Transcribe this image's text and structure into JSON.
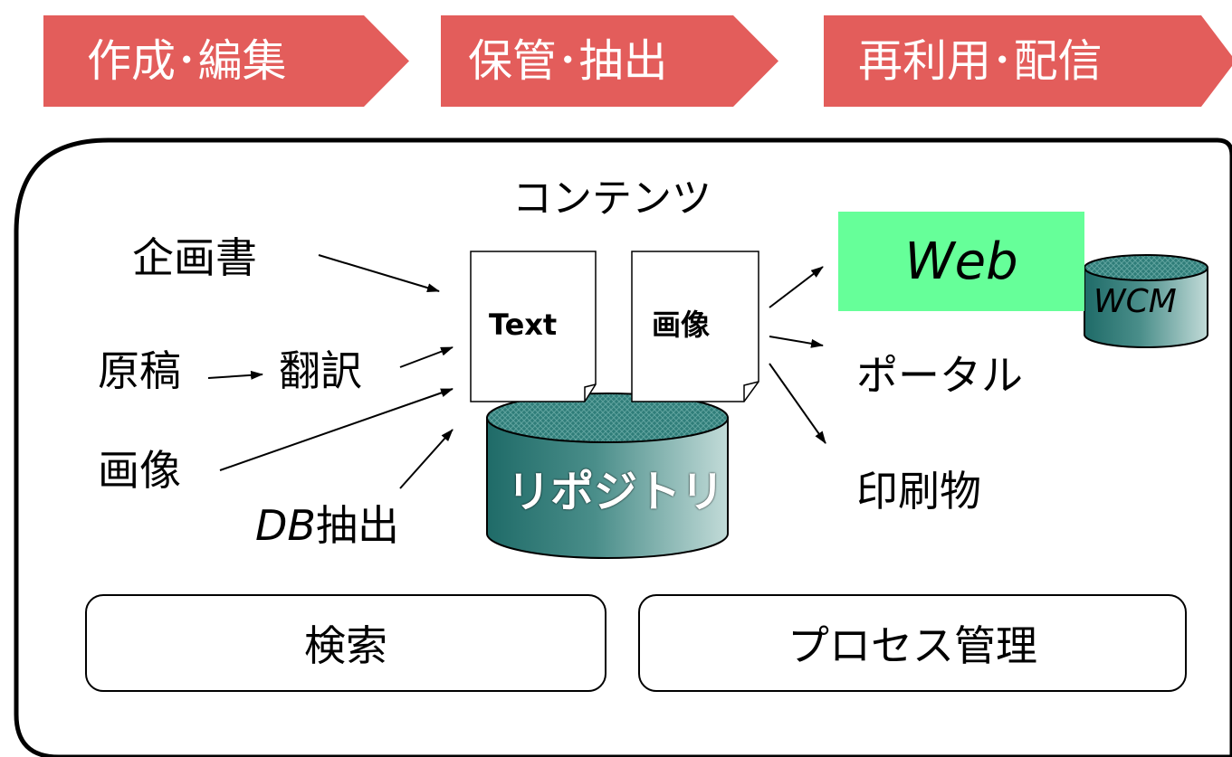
{
  "phases": [
    {
      "label": "作成･編集"
    },
    {
      "label": "保管･抽出"
    },
    {
      "label": "再利用･配信"
    }
  ],
  "content_title": "コンテンツ",
  "inputs": {
    "plan": "企画書",
    "manuscript": "原稿",
    "translation": "翻訳",
    "image": "画像",
    "db_prefix": "DB",
    "db_suffix": "抽出"
  },
  "documents": {
    "text": "Text",
    "image": "画像"
  },
  "repository": "リポジトリ",
  "outputs": {
    "web": "Web",
    "wcm": "WCM",
    "portal": "ポータル",
    "print": "印刷物"
  },
  "bottom_boxes": {
    "search": "検索",
    "process": "プロセス管理"
  },
  "colors": {
    "phase_arrow": "#e35d5b",
    "web_highlight": "#66ff99",
    "cylinder_dark": "#1f6b68",
    "cylinder_light": "#c2dbd8"
  }
}
